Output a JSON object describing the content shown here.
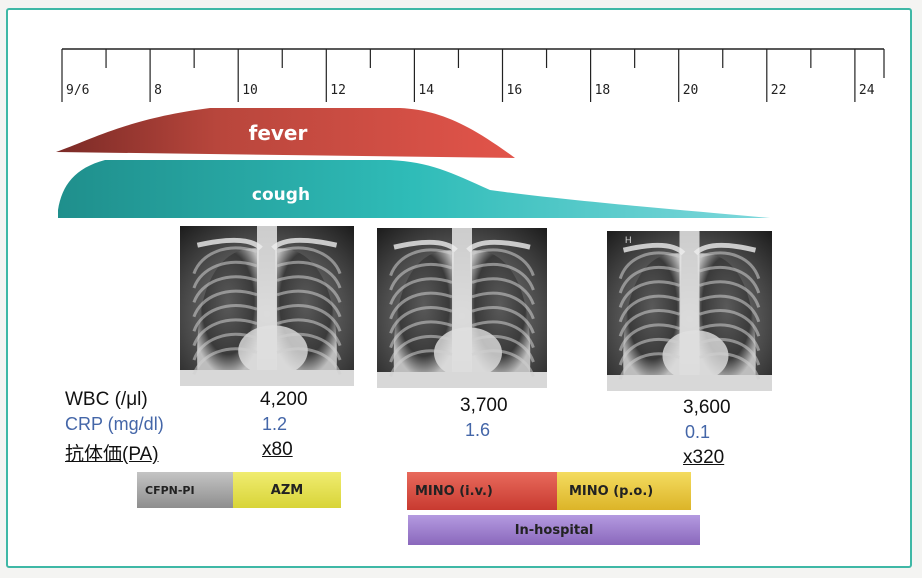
{
  "timeline": {
    "tick_labels": [
      "9/6",
      "8",
      "10",
      "12",
      "14",
      "16",
      "18",
      "20",
      "22",
      "24"
    ]
  },
  "symptoms": {
    "fever": "fever",
    "cough": "cough"
  },
  "labs": {
    "wbc_label": "WBC (/μl)",
    "crp_label": "CRP (mg/dl)",
    "antibody_label": "抗体価(PA)",
    "col1": {
      "wbc": "4,200",
      "crp": "1.2",
      "antibody": "x80"
    },
    "col2": {
      "wbc": "3,700",
      "crp": "1.6"
    },
    "col3": {
      "wbc": "3,600",
      "crp": "0.1",
      "antibody": "x320"
    }
  },
  "treatment": {
    "cfpn": "CFPN-PI",
    "azm": "AZM",
    "mino_iv": "MINO (i.v.)",
    "mino_po": "MINO (p.o.)",
    "in_hospital": "In-hospital"
  },
  "xray_marker": "H",
  "colors": {
    "fever": "#a83c36",
    "cough": "#2cb4b0",
    "cfpn": "#a8a8a8",
    "azm": "#e4e050",
    "mino_iv": "#d84c40",
    "mino_po": "#e8c838",
    "in_hospital": "#9a7ac8",
    "frame": "#3fb8a6",
    "crp_text": "#4466a8"
  }
}
